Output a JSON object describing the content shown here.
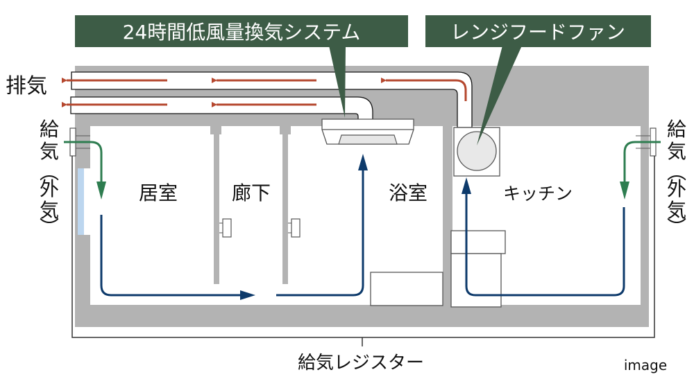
{
  "callouts": {
    "system": "24時間低風量換気システム",
    "range_hood": "レンジフードファン"
  },
  "labels": {
    "exhaust": "排気",
    "supply_left": [
      "給",
      "気",
      "︵",
      "外",
      "気",
      "︶"
    ],
    "supply_right": [
      "給",
      "気",
      "︵",
      "外",
      "気",
      "︶"
    ],
    "rooms": {
      "living": "居室",
      "hallway": "廊下",
      "bathroom": "浴室",
      "kitchen": "キッチン"
    },
    "register": "給気レジスター",
    "watermark": "image"
  },
  "colors": {
    "callout_bg": "#3d5c46",
    "exhaust_arrow": "#b5472e",
    "supply_arrow": "#2e7d50",
    "airflow_arrow": "#0d3a6b",
    "wall": "#b3b3b3",
    "window": "#bcd6ef"
  }
}
